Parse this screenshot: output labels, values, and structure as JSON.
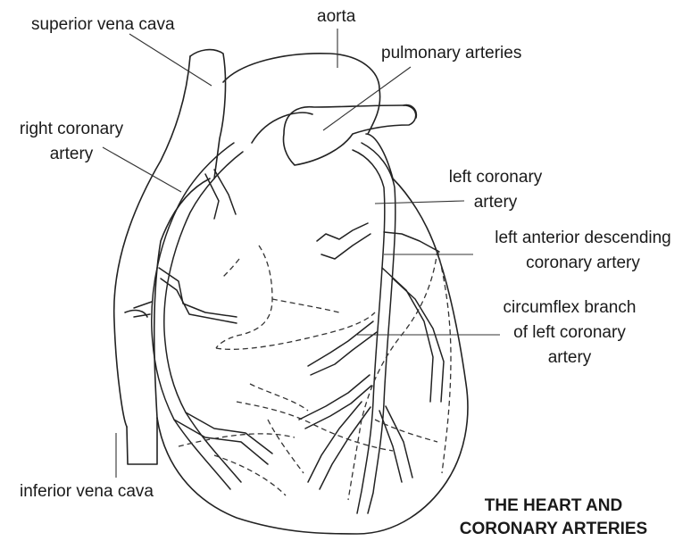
{
  "labels": {
    "superior_vena_cava": "superior vena cava",
    "aorta": "aorta",
    "pulmonary_arteries": "pulmonary arteries",
    "right_coronary_artery": [
      "right coronary",
      "artery"
    ],
    "left_coronary_artery": [
      "left coronary",
      "artery"
    ],
    "left_anterior_descending": [
      "left anterior descending",
      "coronary artery"
    ],
    "circumflex_branch": [
      "circumflex branch",
      "of left coronary",
      "artery"
    ],
    "inferior_vena_cava": "inferior vena cava"
  },
  "title": [
    "THE HEART AND",
    "CORONARY ARTERIES"
  ],
  "colors": {
    "line": "#222222",
    "background": "#ffffff",
    "text": "#1a1a1a"
  }
}
